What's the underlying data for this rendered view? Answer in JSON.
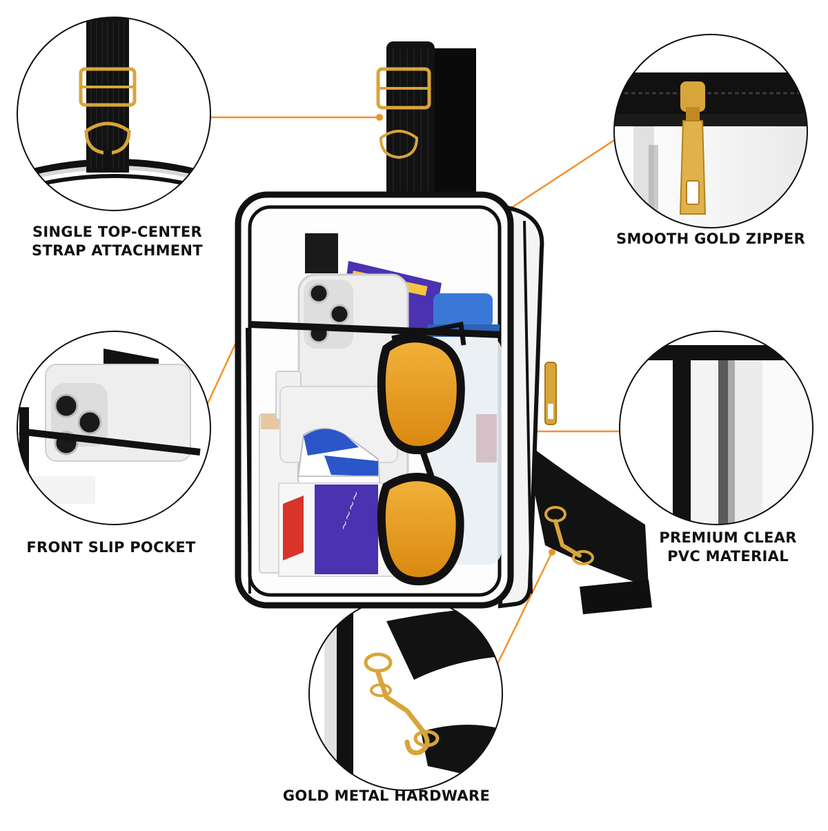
{
  "colors": {
    "accent": "#f0932b",
    "trim": "#0d0d0d",
    "gold": "#d8a53a",
    "phone": "#ececec",
    "bottle_cap": "#3a78d8",
    "lens": "#e39a1a",
    "shoe_blue": "#2a56c9",
    "card_purple": "#4a32b0"
  },
  "callouts": {
    "strap": {
      "line1": "SINGLE TOP-CENTER",
      "line2": "STRAP ATTACHMENT",
      "icon": "strap-adjuster-closeup"
    },
    "zipper": {
      "text": "SMOOTH GOLD ZIPPER",
      "icon": "zipper-pull-closeup"
    },
    "pocket": {
      "text": "FRONT SLIP POCKET",
      "icon": "front-pocket-closeup"
    },
    "pvc": {
      "line1": "PREMIUM CLEAR",
      "line2": "PVC MATERIAL",
      "icon": "clear-pvc-closeup"
    },
    "hardware": {
      "text": "GOLD METAL HARDWARE",
      "icon": "snap-hook-closeup"
    }
  }
}
